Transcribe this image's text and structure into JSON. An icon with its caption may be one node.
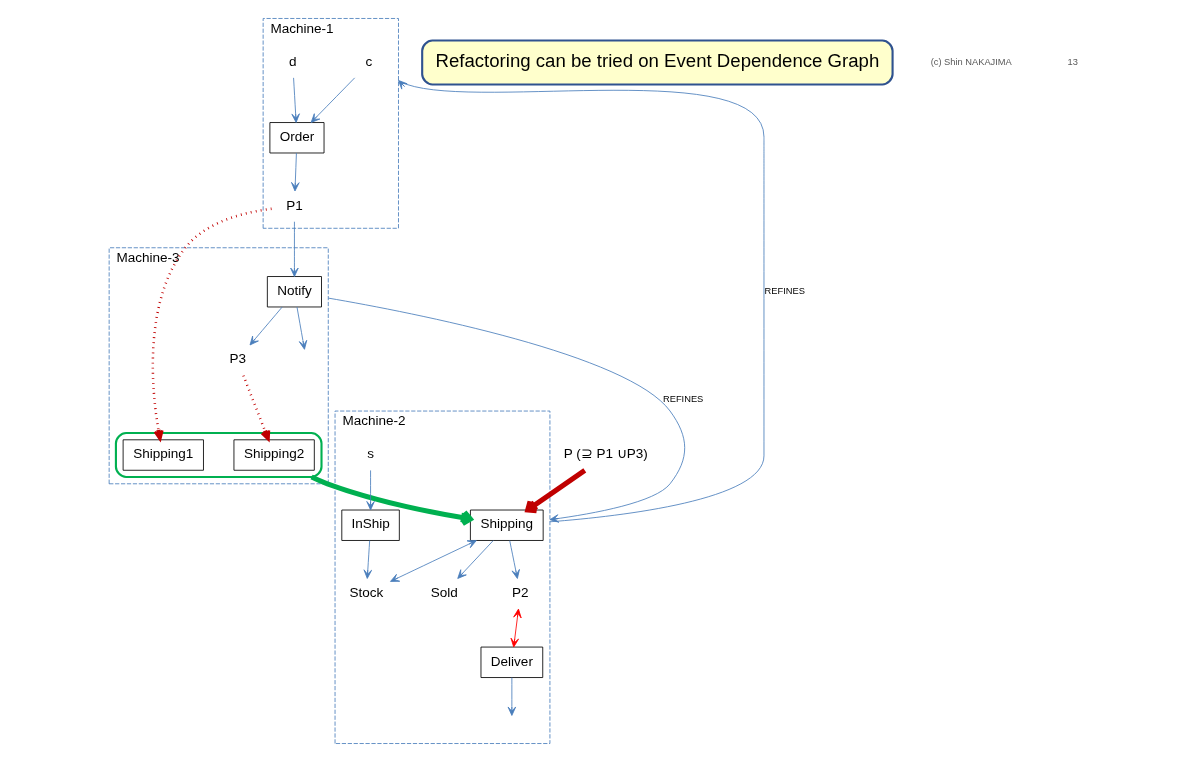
{
  "diagram": {
    "nodes": [
      {
        "text": [
          "Machine-1"
        ]
      },
      {
        "text": [
          "c"
        ],
        "in": 0
      },
      {
        "text": [
          "d"
        ],
        "in": 0
      },
      {
        "text": [
          "Order"
        ],
        "in": 0
      },
      {
        "text": [
          "P1"
        ],
        "in": 0
      },
      {
        "text": [
          "Machine-3"
        ]
      },
      {
        "text": [
          "Notify"
        ],
        "in": 5
      },
      {
        "text": [
          "P3"
        ],
        "in": 5
      },
      {
        "text": [],
        "shape": "ellipse",
        "in": 5
      },
      {
        "text": [
          "Shipping2"
        ],
        "in": 8
      },
      {
        "text": [
          "Shipping1"
        ],
        "in": 8
      },
      {
        "text": [
          "Machine-2"
        ]
      },
      {
        "text": [
          "Shipping"
        ],
        "in": 11
      },
      {
        "text": [
          "Sold"
        ],
        "in": 11
      },
      {
        "text": [
          "P2"
        ],
        "in": 11
      },
      {
        "text": [
          "s"
        ],
        "in": 11
      },
      {
        "text": [
          "InShip"
        ],
        "in": 11
      },
      {
        "text": [
          "Stock"
        ],
        "in": 11
      },
      {
        "text": [
          "Deliver"
        ],
        "in": 11
      },
      {
        "text": [
          "P (⊇ P1 ∪P3)"
        ]
      },
      {
        "text": [
          "Refactoring can be tried on Event Dependence Graph"
        ]
      }
    ],
    "edges": [
      {
        "from": 1,
        "to": 3,
        "arrow": "to"
      },
      {
        "from": 2,
        "to": 3,
        "arrow": "to"
      },
      {
        "from": 3,
        "to": 4,
        "arrow": "to"
      },
      {
        "from": 4,
        "to": 6,
        "arrow": "to"
      },
      {
        "from": 4,
        "to": 10,
        "arrow": "to",
        "style": "dashed",
        "color": "#c00000"
      },
      {
        "from": 6,
        "to": null,
        "arrow": "to"
      },
      {
        "from": 6,
        "to": 7,
        "arrow": "to"
      },
      {
        "from": 7,
        "to": 9,
        "arrow": "to",
        "style": "dashed",
        "color": "#c00000"
      },
      {
        "from": 5,
        "to": 11,
        "arrow": "to",
        "label": "REFINES"
      },
      {
        "from": 11,
        "to": 0,
        "arrow": "to",
        "label": "REFINES"
      },
      {
        "from": 8,
        "to": 12,
        "arrow": "to",
        "style": "thick",
        "color": "#00b050"
      },
      {
        "from": 12,
        "to": 13,
        "arrow": "to"
      },
      {
        "from": 12,
        "to": 14,
        "arrow": "to"
      },
      {
        "from": 12,
        "to": 17,
        "arrow": "both"
      },
      {
        "from": 15,
        "to": 16,
        "arrow": "to"
      },
      {
        "from": 16,
        "to": 17,
        "arrow": "to"
      },
      {
        "from": 14,
        "to": 18,
        "arrow": "both",
        "color": "#ff0000"
      },
      {
        "from": 18,
        "to": null,
        "arrow": "to"
      },
      {
        "from": 19,
        "to": 12,
        "arrow": "to",
        "style": "thick",
        "color": "#c00000"
      }
    ],
    "labels": [
      "(c) Shin NAKAJIMA",
      "13"
    ]
  }
}
